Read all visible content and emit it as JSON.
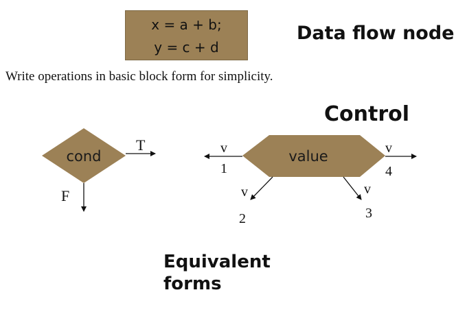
{
  "dataflow_node": {
    "line1": "x = a + b;",
    "line2": "y = c + d",
    "label": "Data flow node"
  },
  "caption": "Write operations in basic block form for simplicity.",
  "control_label": "Control",
  "cond_node": {
    "label": "cond",
    "true_label": "T",
    "false_label": "F"
  },
  "value_node": {
    "label": "value",
    "branches": [
      {
        "letter": "v",
        "number": "1"
      },
      {
        "letter": "v",
        "number": "2"
      },
      {
        "letter": "v",
        "number": "3"
      },
      {
        "letter": "v",
        "number": "4"
      }
    ]
  },
  "equivalent_label": {
    "line1": "Equivalent",
    "line2": "forms"
  },
  "colors": {
    "shape_fill": "#9c8156",
    "text": "#111111"
  }
}
